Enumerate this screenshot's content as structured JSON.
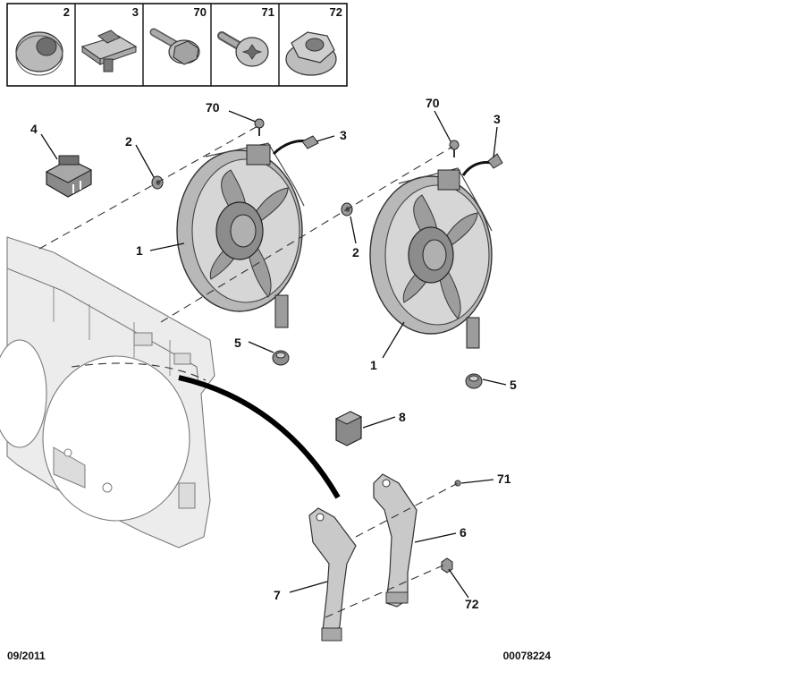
{
  "header_cells": [
    {
      "number": "2",
      "icon": "washer-icon"
    },
    {
      "number": "3",
      "icon": "clip-nut-icon"
    },
    {
      "number": "70",
      "icon": "flange-bolt-icon"
    },
    {
      "number": "71",
      "icon": "torx-screw-icon"
    },
    {
      "number": "72",
      "icon": "flange-nut-icon"
    }
  ],
  "callouts": {
    "c1a": "1",
    "c1b": "1",
    "c2a": "2",
    "c2b": "2",
    "c3a": "3",
    "c3b": "3",
    "c4": "4",
    "c5a": "5",
    "c5b": "5",
    "c6": "6",
    "c7": "7",
    "c8": "8",
    "c70a": "70",
    "c70b": "70",
    "c71": "71",
    "c72": "72"
  },
  "footer": {
    "date": "09/2011",
    "ref": "00078224"
  },
  "colors": {
    "part": "#c9c9c9",
    "part_dark": "#8a8a8a",
    "frame": "#ececec",
    "ink": "#111111"
  }
}
